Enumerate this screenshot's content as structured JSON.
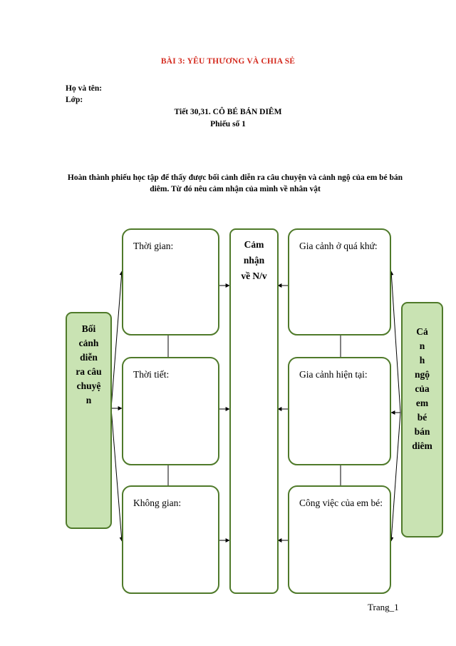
{
  "header": {
    "lesson_title": "BÀI 3:  YÊU THƯƠNG VÀ CHIA SẺ",
    "name_label": "Họ và tên:",
    "class_label": "Lớp:",
    "period_title": "Tiết 30,31. CÔ BÉ BÁN DIÊM",
    "sheet_label": "Phiếu  số 1"
  },
  "instruction": "Hoàn thành phiếu học tập để thấy được bối cảnh diễn ra câu chuyện và cảnh ngộ của em bé bán diêm. Từ đó nêu cảm nhận của mình về nhân vật",
  "diagram": {
    "left_title": [
      "Bối",
      "cảnh",
      "diễn",
      "ra câu",
      "chuyệ",
      "n"
    ],
    "right_title": [
      "Cả",
      "n",
      "h",
      "ngộ",
      "của",
      "em",
      "bé",
      "bán",
      "diêm"
    ],
    "center_title": [
      "Cảm",
      "nhận",
      "về N/v"
    ],
    "left_boxes": [
      "Thời gian:",
      "Thời tiết:",
      "Không gian:"
    ],
    "right_boxes": [
      "Gia cảnh ở quá khứ:",
      "Gia cảnh hiện tại:",
      "Công việc của em bé:"
    ]
  },
  "footer": {
    "page": "Trang_1"
  }
}
